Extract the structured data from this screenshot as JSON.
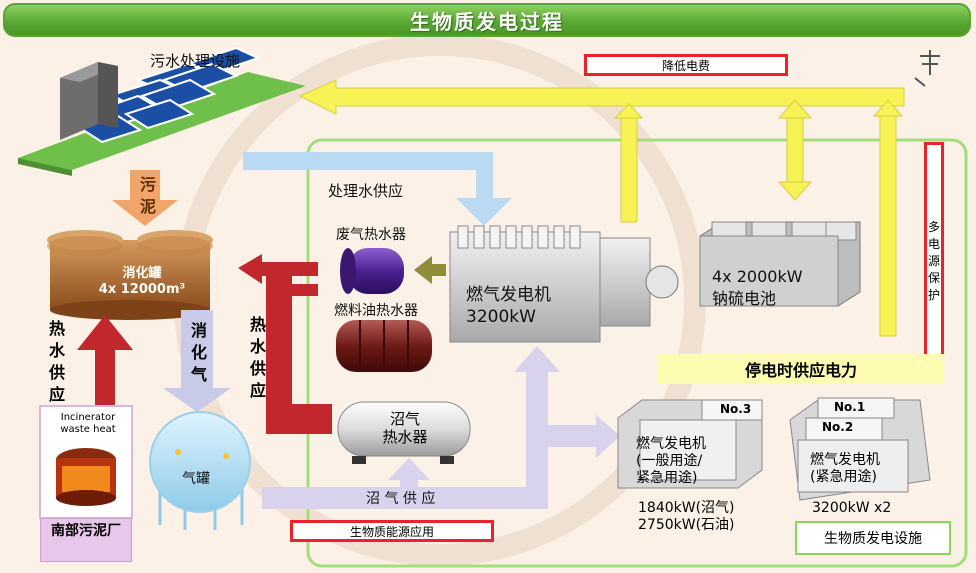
{
  "title": "生物质发电过程",
  "facility_sewage": "污水处理设施",
  "sludge": "污泥",
  "digester": {
    "name": "消化罐",
    "spec": "4x 12000m³"
  },
  "heat_left": "热水供应",
  "digest_gas": "消化气",
  "gas_tank": "气罐",
  "incinerator": {
    "line1": "Incinerator",
    "line2": "waste heat"
  },
  "south_plant": "南部污泥厂",
  "treated_water": "处理水供应",
  "exhaust_heater": "废气热水器",
  "fuel_heater": "燃料油热水器",
  "hot_water_mid": "热水供应",
  "biogas_heater": {
    "line1": "沼气",
    "line2": "热水器"
  },
  "gas_engine": {
    "line1": "燃气发电机",
    "line2": "3200kW"
  },
  "battery": {
    "line1": "4x 2000kW",
    "line2": "钠硫电池"
  },
  "reduce_cost": "降低电费",
  "multi_power": "多电源保护",
  "outage_supply": "停电时供应电力",
  "biogas_supply": "沼 气 供 应",
  "biomass_use": "生物质能源应用",
  "gen_general": {
    "tag": "No.3",
    "line1": "燃气发电机",
    "line2": "(一般用途/",
    "line3": "紧急用途)",
    "spec1": "1840kW(沼气)",
    "spec2": "2750kW(石油)"
  },
  "gen_emergency": {
    "tag1": "No.1",
    "tag2": "No.2",
    "line1": "燃气发电机",
    "line2": "(紧急用途)",
    "spec": "3200kW x2"
  },
  "facility_biomass": "生物质发电设施",
  "colors": {
    "title_green": "#5aa934",
    "arrow_yellow": "#f7f255",
    "arrow_red": "#c1272d",
    "arrow_blue": "#b9daf2",
    "arrow_lavender": "#d9d2ec",
    "box_red": "#e8232a",
    "frame_green": "#8fd45a"
  }
}
